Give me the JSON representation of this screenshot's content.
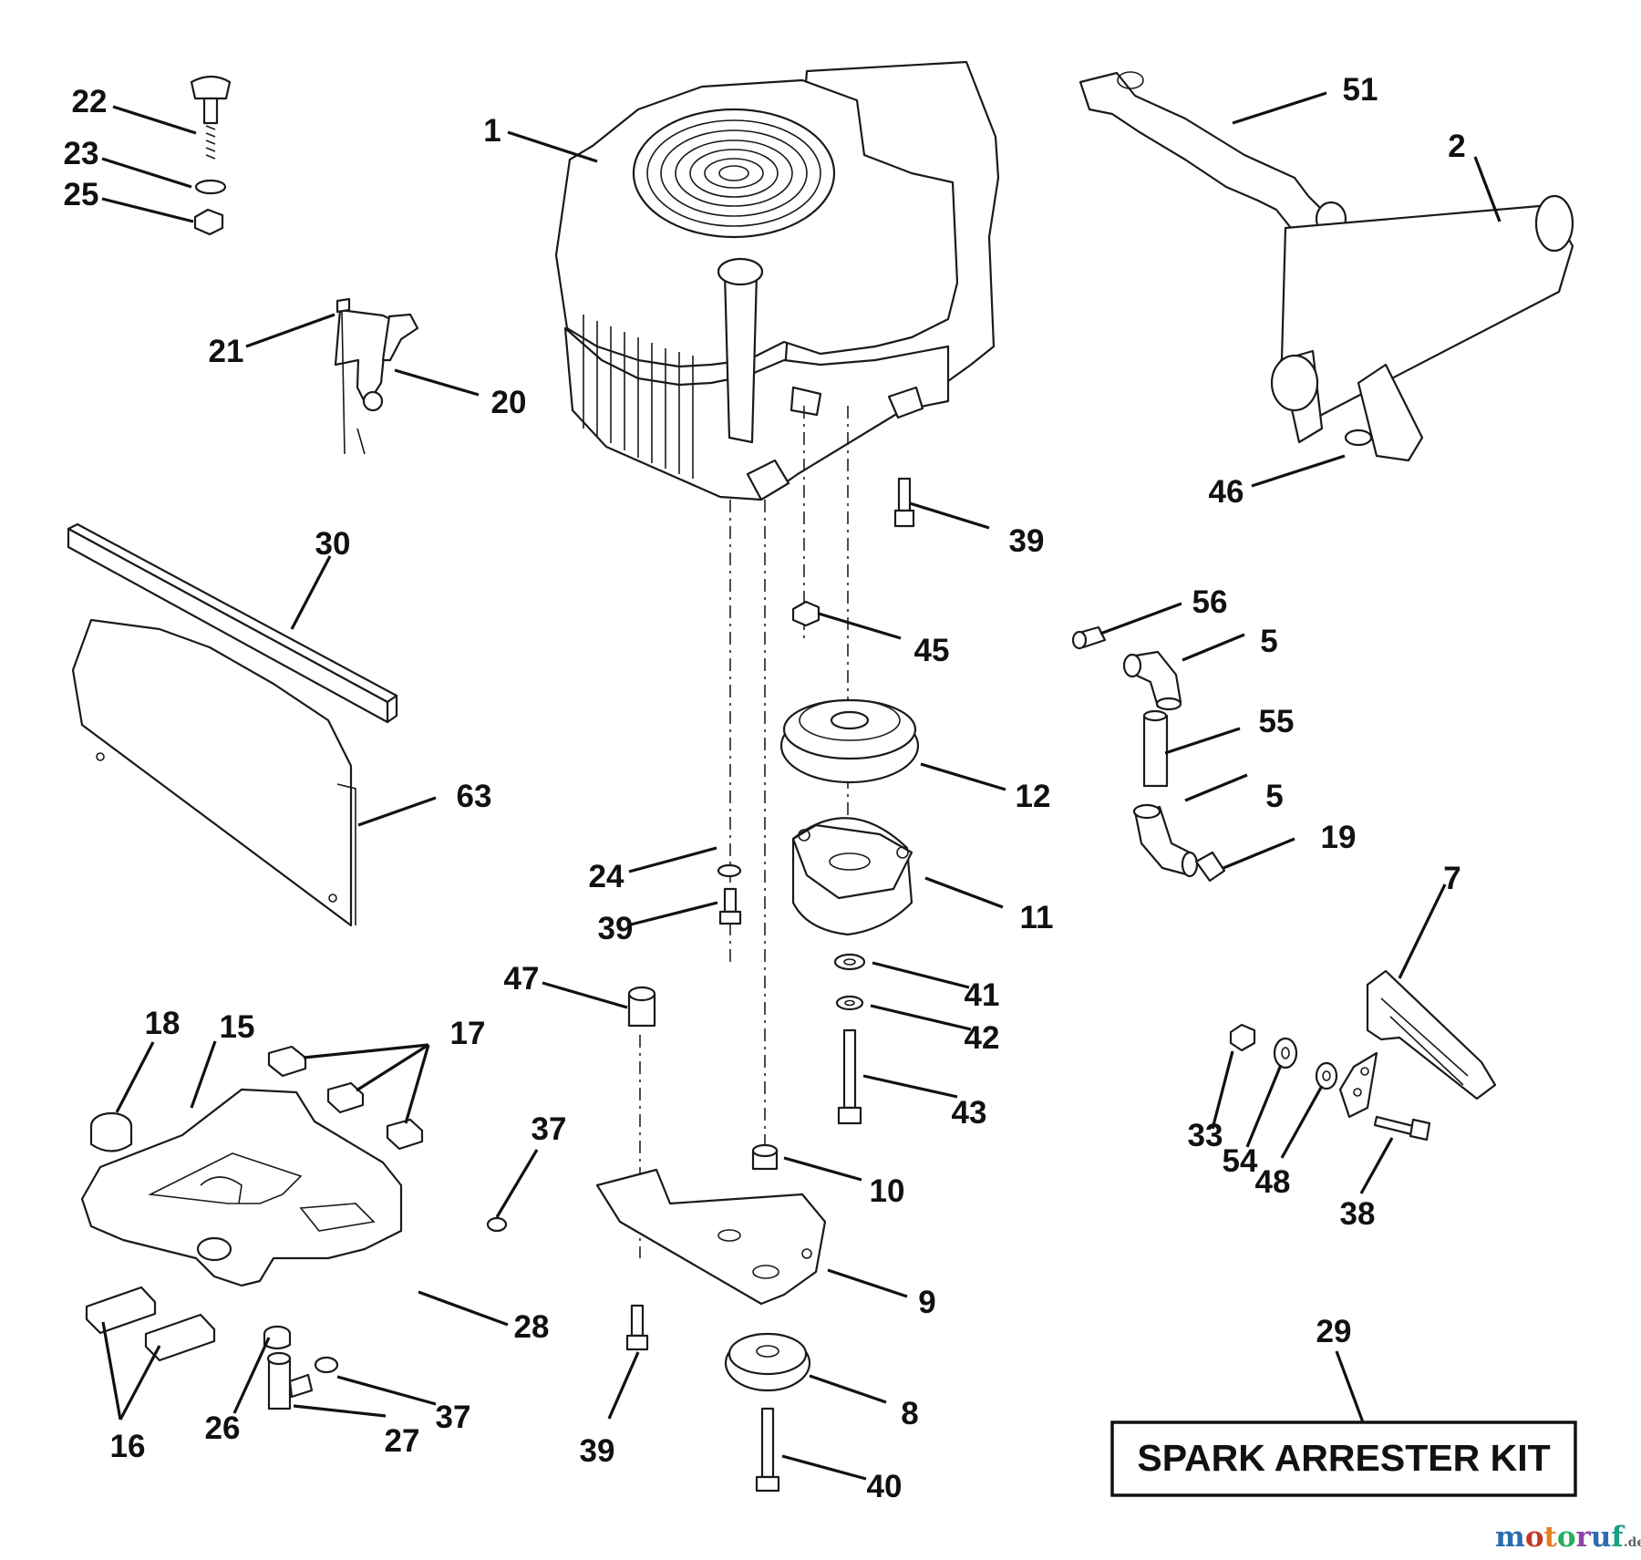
{
  "callouts": [
    {
      "key": "p1",
      "text": "1"
    },
    {
      "key": "p2",
      "text": "2"
    },
    {
      "key": "p5a",
      "text": "5"
    },
    {
      "key": "p5b",
      "text": "5"
    },
    {
      "key": "p7",
      "text": "7"
    },
    {
      "key": "p8",
      "text": "8"
    },
    {
      "key": "p9",
      "text": "9"
    },
    {
      "key": "p10",
      "text": "10"
    },
    {
      "key": "p11",
      "text": "11"
    },
    {
      "key": "p12",
      "text": "12"
    },
    {
      "key": "p15",
      "text": "15"
    },
    {
      "key": "p16",
      "text": "16"
    },
    {
      "key": "p17",
      "text": "17"
    },
    {
      "key": "p18",
      "text": "18"
    },
    {
      "key": "p19",
      "text": "19"
    },
    {
      "key": "p20",
      "text": "20"
    },
    {
      "key": "p21",
      "text": "21"
    },
    {
      "key": "p22",
      "text": "22"
    },
    {
      "key": "p23",
      "text": "23"
    },
    {
      "key": "p24",
      "text": "24"
    },
    {
      "key": "p25",
      "text": "25"
    },
    {
      "key": "p26",
      "text": "26"
    },
    {
      "key": "p27",
      "text": "27"
    },
    {
      "key": "p28",
      "text": "28"
    },
    {
      "key": "p29",
      "text": "29"
    },
    {
      "key": "p30",
      "text": "30"
    },
    {
      "key": "p33",
      "text": "33"
    },
    {
      "key": "p37a",
      "text": "37"
    },
    {
      "key": "p37b",
      "text": "37"
    },
    {
      "key": "p38",
      "text": "38"
    },
    {
      "key": "p39a",
      "text": "39"
    },
    {
      "key": "p39b",
      "text": "39"
    },
    {
      "key": "p39c",
      "text": "39"
    },
    {
      "key": "p40",
      "text": "40"
    },
    {
      "key": "p41",
      "text": "41"
    },
    {
      "key": "p42",
      "text": "42"
    },
    {
      "key": "p43",
      "text": "43"
    },
    {
      "key": "p45",
      "text": "45"
    },
    {
      "key": "p46",
      "text": "46"
    },
    {
      "key": "p47",
      "text": "47"
    },
    {
      "key": "p48",
      "text": "48"
    },
    {
      "key": "p51",
      "text": "51"
    },
    {
      "key": "p54",
      "text": "54"
    },
    {
      "key": "p55",
      "text": "55"
    },
    {
      "key": "p56",
      "text": "56"
    },
    {
      "key": "p63",
      "text": "63"
    }
  ],
  "kit_box": {
    "label": "SPARK ARRESTER KIT"
  },
  "watermark": {
    "name": "motoruf",
    "suffix": ".de",
    "colors": [
      "#2b6cb0",
      "#c0392b",
      "#e67e22",
      "#27ae60",
      "#8e44ad",
      "#2b6cb0",
      "#16a085"
    ]
  }
}
